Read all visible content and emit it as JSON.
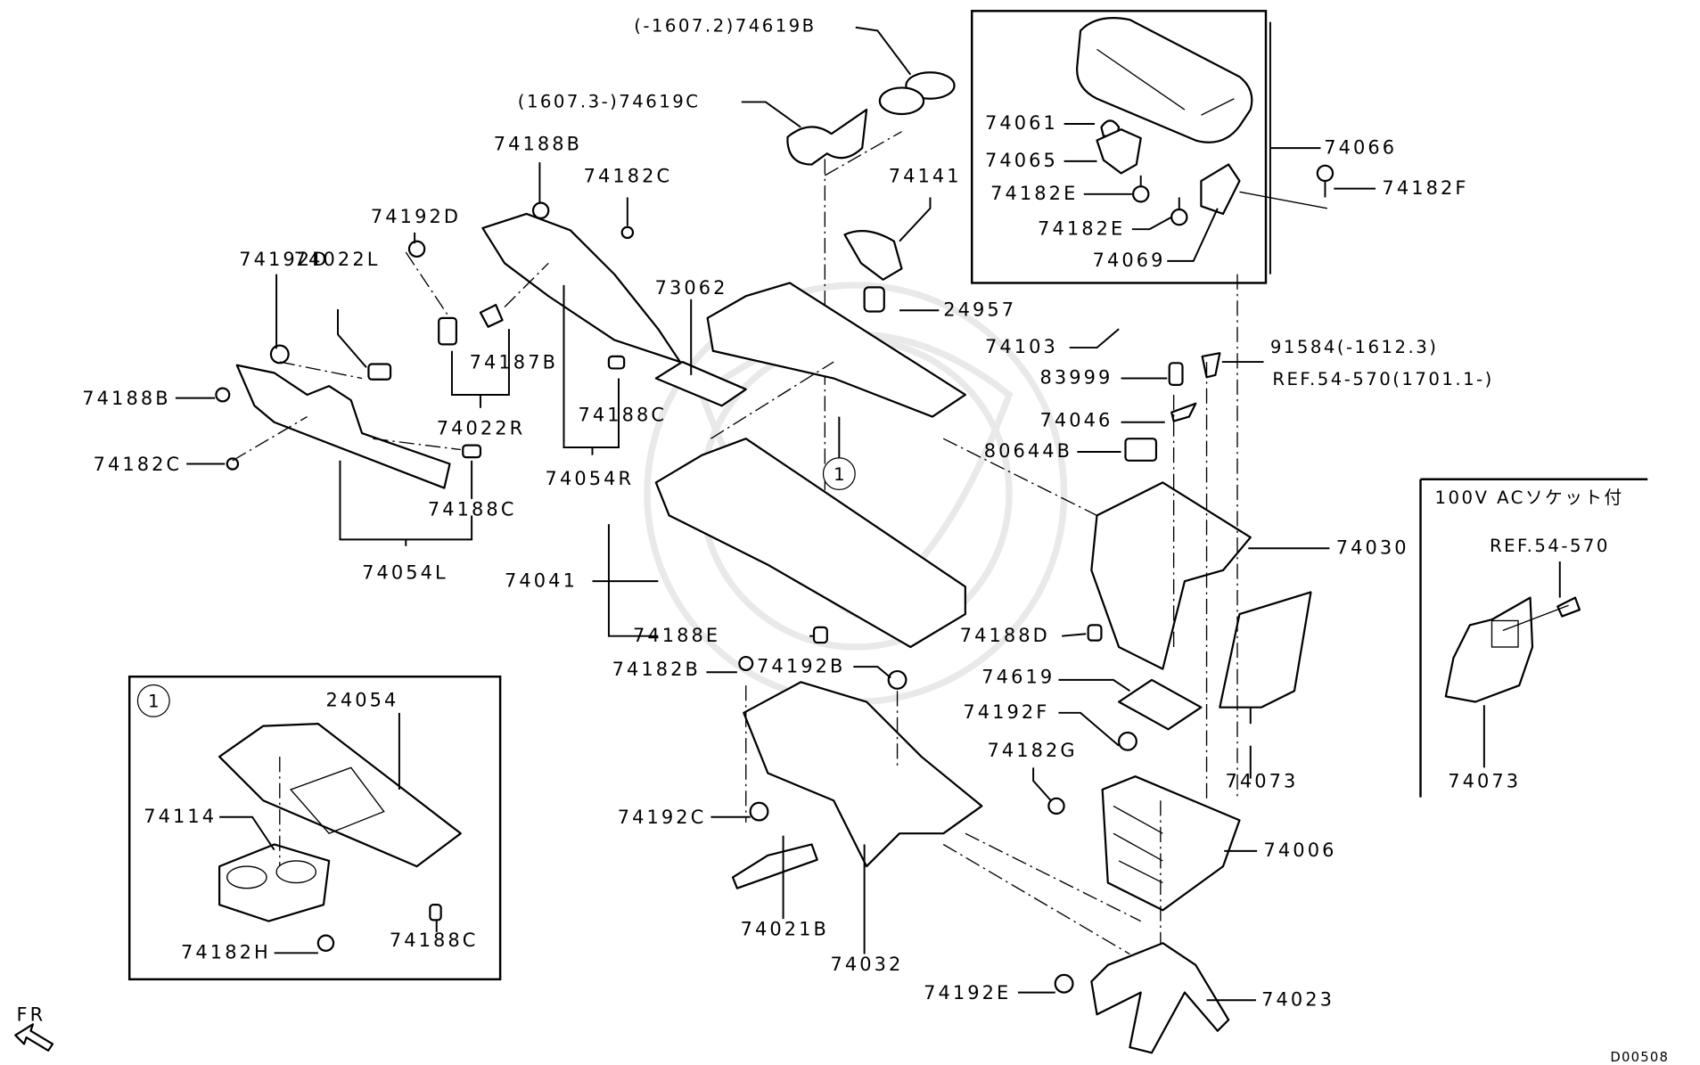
{
  "diagram": {
    "title_code": "D00508",
    "orientation_label": "FR",
    "detail_marker": "1",
    "inset_variant_title": "100V  ACソケット付",
    "labels": {
      "p74619B": "(-1607.2)74619B",
      "p74619C": "(1607.3-)74619C",
      "p74188B_top": "74188B",
      "p74182C_top": "74182C",
      "p74141": "74141",
      "p74192D_a": "74192D",
      "p74192D_b": "74192D",
      "p74022L": "74022L",
      "p74188B_left": "74188B",
      "p74182C_left": "74182C",
      "p74187B": "74187B",
      "p74022R": "74022R",
      "p74188C_a": "74188C",
      "p74054L": "74054L",
      "p73062": "73062",
      "p74188C_b": "74188C",
      "p74054R": "74054R",
      "p24957": "24957",
      "p74041": "74041",
      "p74188E": "74188E",
      "p74188D": "74188D",
      "p74182B": "74182B",
      "p74192B": "74192B",
      "p74192C": "74192C",
      "p74021B": "74021B",
      "p74032": "74032",
      "p74619": "74619",
      "p74192F": "74192F",
      "p74182G": "74182G",
      "p74006": "74006",
      "p74192E": "74192E",
      "p74023": "74023",
      "p74073": "74073",
      "p74030": "74030",
      "p80644B": "80644B",
      "p74046": "74046",
      "p83999": "83999",
      "p74103": "74103",
      "p91584": "91584(-1612.3)",
      "pRef54570_a": "REF.54-570(1701.1-)",
      "p74061": "74061",
      "p74065": "74065",
      "p74182E_a": "74182E",
      "p74182E_b": "74182E",
      "p74069": "74069",
      "p74066": "74066",
      "p74182F": "74182F",
      "inset1_24054": "24054",
      "inset1_74114": "74114",
      "inset1_74182H": "74182H",
      "inset1_74188C": "74188C",
      "inset2_ref": "REF.54-570",
      "inset2_74073": "74073"
    }
  }
}
